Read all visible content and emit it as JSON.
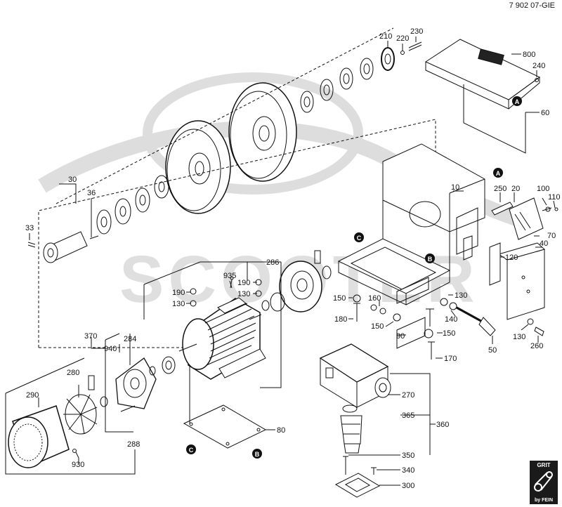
{
  "doc_code": "7 902 07-GIE",
  "badge": {
    "top": "GRIT",
    "bottom": "by FEIN"
  },
  "watermark": "SCOOTER",
  "labels": {
    "l800": "800",
    "l240": "240",
    "l60": "60",
    "l210": "210",
    "l220": "220",
    "l230": "230",
    "l30": "30",
    "l36": "36",
    "l33": "33",
    "l10": "10",
    "l20": "20",
    "l250": "250",
    "l100": "100",
    "l110": "110",
    "l70": "70",
    "l40": "40",
    "l120": "120",
    "l286": "286",
    "l935": "935",
    "l190a": "190",
    "l130a": "130",
    "l190b": "190",
    "l130b": "130",
    "l150a": "150",
    "l180": "180",
    "l160": "160",
    "l150b": "150",
    "l130c": "130",
    "l140": "140",
    "l90": "90",
    "l150c": "150",
    "l50": "50",
    "l130d": "130",
    "l260": "260",
    "l170": "170",
    "l370": "370",
    "l940": "940",
    "l284": "284",
    "l280": "280",
    "l290": "290",
    "l288": "288",
    "l930": "930",
    "l80": "80",
    "l270": "270",
    "l365": "365",
    "l360": "360",
    "l350": "350",
    "l340": "340",
    "l300": "300"
  },
  "markers": {
    "A": "A",
    "B": "B",
    "C": "C"
  }
}
